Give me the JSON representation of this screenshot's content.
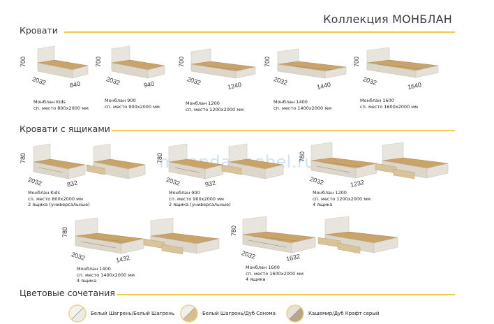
{
  "title": "Коллекция МОНБЛАН",
  "sections": {
    "beds": "Кровати",
    "beds_drawers": "Кровати с ящиками",
    "colors": "Цветовые сочетания"
  },
  "watermark": "miranda-mebel.ru",
  "beds": [
    {
      "name": "Монблан Kids",
      "spec": "сп. место 800х2000 мм",
      "h": "700",
      "d": "2032",
      "w": "840"
    },
    {
      "name": "Монблан 900",
      "spec": "сп. место 900х2000 мм",
      "h": "700",
      "d": "2032",
      "w": "940"
    },
    {
      "name": "Монблан 1200",
      "spec": "сп. место 1200х2000 мм",
      "h": "700",
      "d": "2032",
      "w": "1240"
    },
    {
      "name": "Монблан 1400",
      "spec": "сп. место 1400х2000 мм",
      "h": "700",
      "d": "2032",
      "w": "1440"
    },
    {
      "name": "Монблан 1600",
      "spec": "сп. место 1600х2000 мм",
      "h": "700",
      "d": "2032",
      "w": "1640"
    }
  ],
  "drawer_beds": [
    {
      "name": "Монблан Kids",
      "spec": "сп. место 800х2000 мм",
      "extra": "2 ящика (универсальные)",
      "h": "780",
      "d": "2032",
      "w": "832"
    },
    {
      "name": "Монблан 900",
      "spec": "сп. место 900х2000 мм",
      "extra": "2 ящика (универсальные)",
      "h": "780",
      "d": "2032",
      "w": "932"
    },
    {
      "name": "Монблан 1200",
      "spec": "сп. место 1200х2000 мм",
      "extra": "4 ящика",
      "h": "780",
      "d": "2032",
      "w": "1232"
    },
    {
      "name": "Монблан 1400",
      "spec": "сп. место 1400х2000 мм",
      "extra": "4 ящика",
      "h": "780",
      "d": "2032",
      "w": "1432"
    },
    {
      "name": "Монблан 1600",
      "spec": "сп. место 1600х2000 мм",
      "extra": "4 ящика",
      "h": "780",
      "d": "2032",
      "w": "1632"
    }
  ],
  "color_combos": [
    {
      "label": "Белый Шагрень/Белый Шагрень",
      "a": "#f4f2ee",
      "b": "#ecebe7"
    },
    {
      "label": "Белый Шагрень/Дуб Сонома",
      "a": "#f1efe9",
      "b": "#d8bf92"
    },
    {
      "label": "Кашемир/Дуб Крафт серый",
      "a": "#e6e0d6",
      "b": "#b8a58a"
    }
  ],
  "colors": {
    "accent": "#f2c94c",
    "headboard": "#e8e5de",
    "frame": "#d7d1c6",
    "wood": "#c9a46a",
    "wood_dark": "#8a5a2b"
  }
}
